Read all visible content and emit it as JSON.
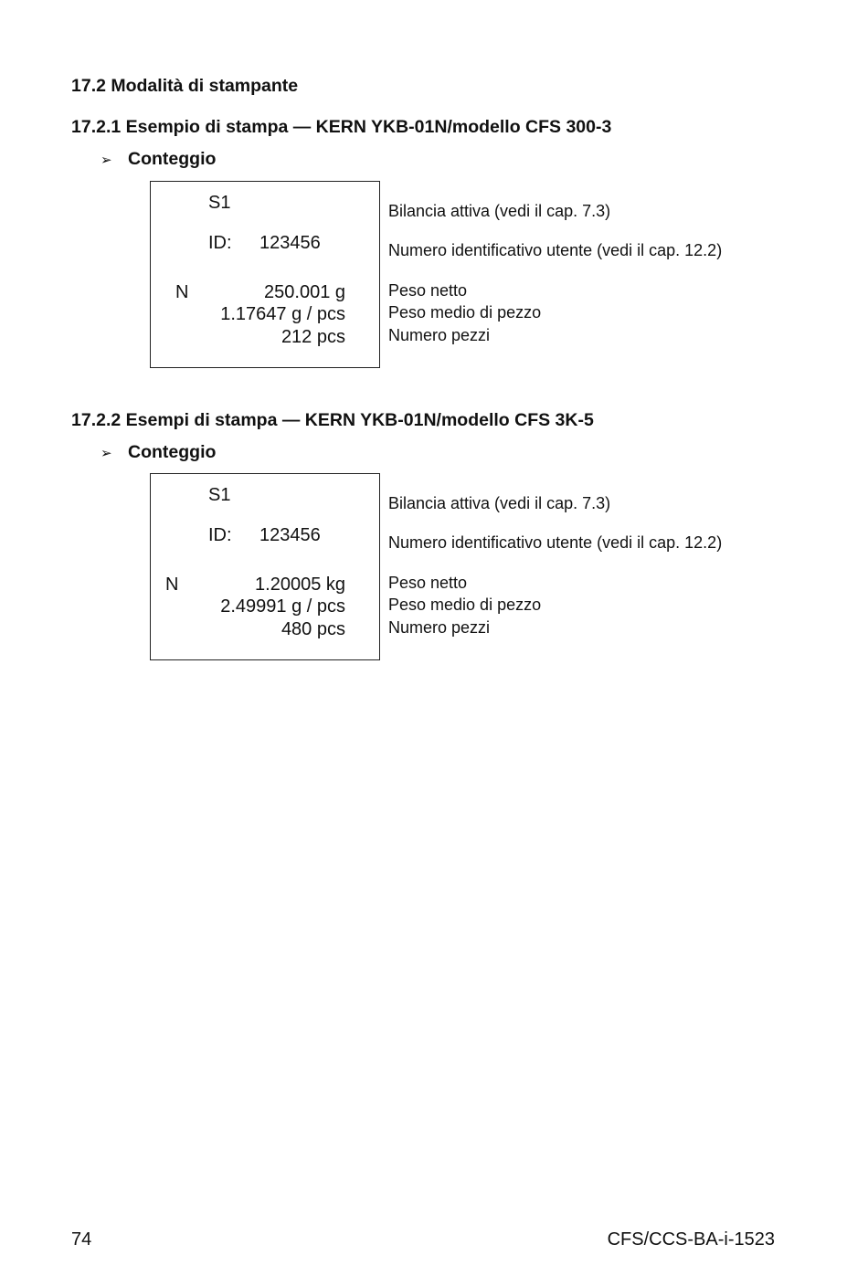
{
  "section": {
    "title": "17.2  Modalità di stampante"
  },
  "examples": [
    {
      "heading": "17.2.1 Esempio di stampa — KERN YKB-01N/modello CFS 300-3",
      "bullet_marker": "➢",
      "bullet": "Conteggio",
      "printout": {
        "line1": "S1",
        "id_label": "ID:",
        "id_value": "123456",
        "n_label": "N",
        "net_weight": "250.001 g",
        "avg_piece_weight": "1.17647 g / pcs",
        "piece_count": "212 pcs"
      },
      "descriptions": {
        "active_balance": "Bilancia attiva (vedi il cap. 7.3)",
        "user_id": "Numero identificativo utente (vedi il cap. 12.2)",
        "net_weight": "Peso netto",
        "avg_piece_weight": "Peso medio di pezzo",
        "piece_count": "Numero pezzi"
      }
    },
    {
      "heading": "17.2.2 Esempi di stampa — KERN YKB-01N/modello CFS 3K-5",
      "bullet_marker": "➢",
      "bullet": "Conteggio",
      "printout": {
        "line1": "S1",
        "id_label": "ID:",
        "id_value": "123456",
        "n_label": "N",
        "net_weight": "1.20005 kg",
        "avg_piece_weight": "2.49991 g / pcs",
        "piece_count": "480 pcs"
      },
      "descriptions": {
        "active_balance": "Bilancia attiva (vedi il cap. 7.3)",
        "user_id": "Numero identificativo utente (vedi il cap. 12.2)",
        "net_weight": "Peso netto",
        "avg_piece_weight": "Peso medio di pezzo",
        "piece_count": "Numero pezzi"
      }
    }
  ],
  "footer": {
    "page_number": "74",
    "doc_code": "CFS/CCS-BA-i-1523"
  }
}
